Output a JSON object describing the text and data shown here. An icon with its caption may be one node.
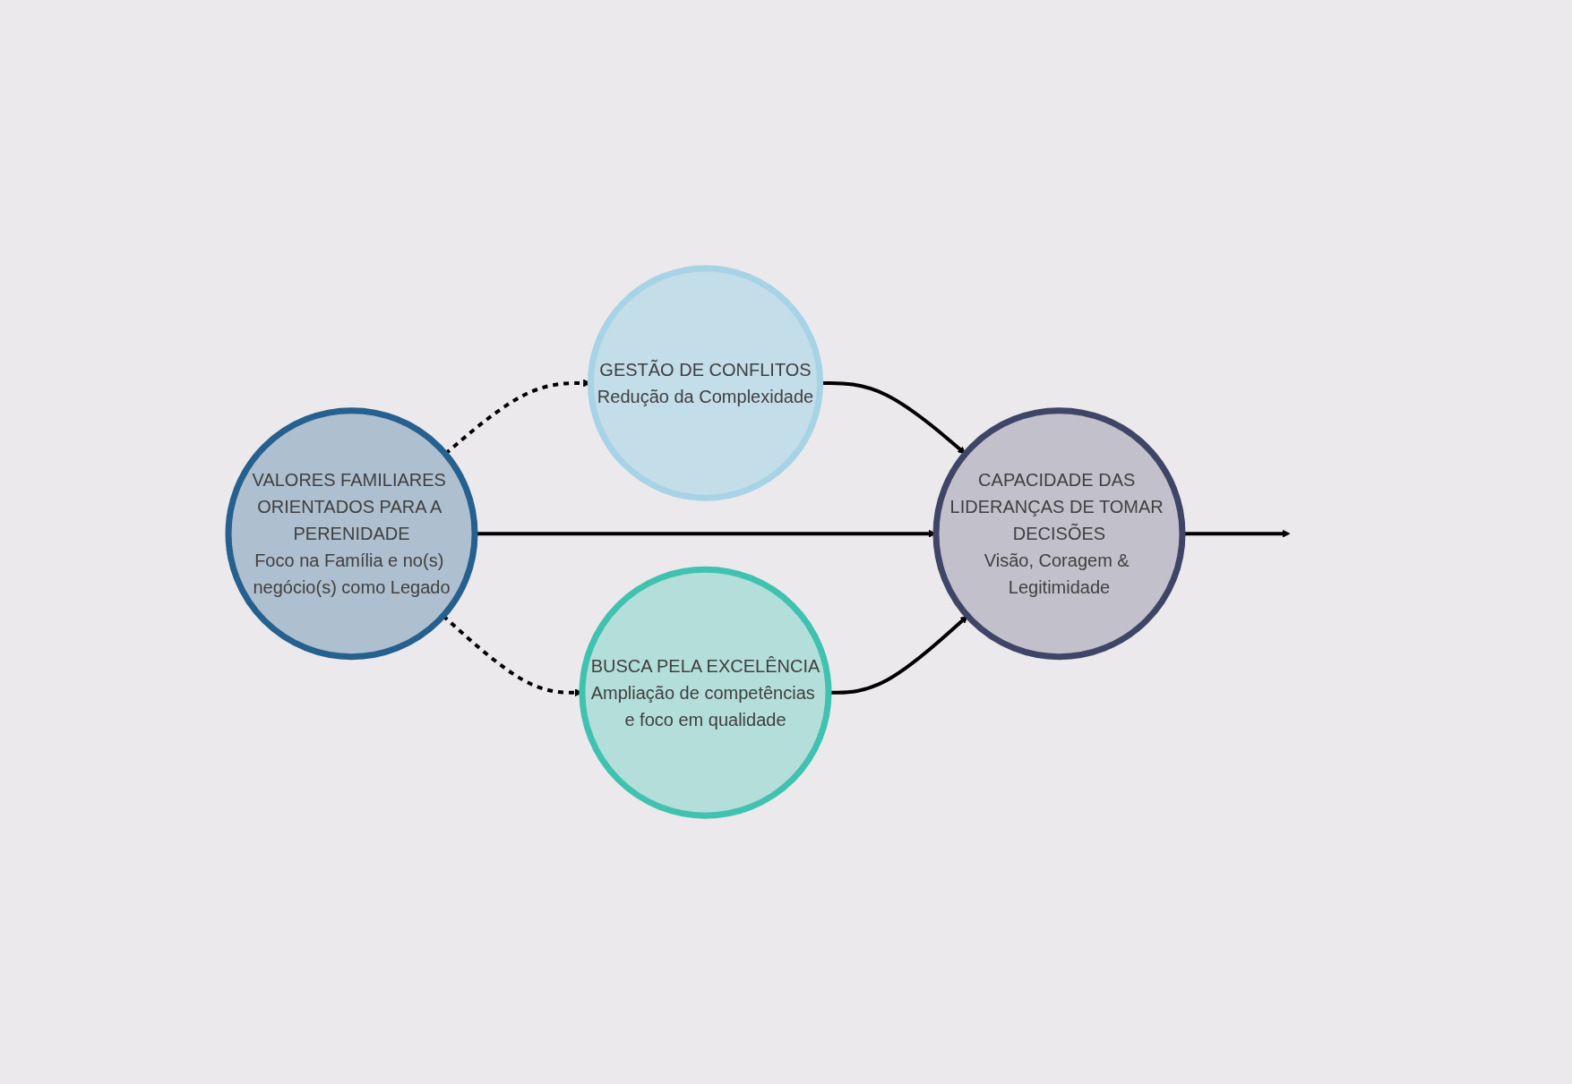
{
  "diagram": {
    "nodes": [
      {
        "text": [
          "VALORES FAMILIARES ORIENTADOS PARA A PERENIDADE",
          "Foco na Família e no(s) negócio(s) como Legado"
        ]
      },
      {
        "text": [
          "GESTÃO DE CONFLITOS",
          "Redução da Complexidade"
        ]
      },
      {
        "text": [
          "CAPACIDADE DAS LIDERANÇAS DE TOMAR DECISÕES",
          "Visão, Coragem & Legitimidade"
        ]
      },
      {
        "text": [
          "BUSCA PELA EXCELÊNCIA",
          "Ampliação de competências e foco em qualidade"
        ]
      }
    ],
    "edges": [
      {
        "from": 0,
        "to": 1,
        "arrow": "to",
        "style": "dashed"
      },
      {
        "from": 0,
        "to": 3,
        "arrow": "to",
        "style": "dashed"
      },
      {
        "from": 1,
        "to": 2,
        "arrow": "to"
      },
      {
        "from": 0,
        "to": 2,
        "arrow": "to"
      },
      {
        "from": 3,
        "to": 2,
        "arrow": "to"
      },
      {
        "from": 2,
        "to": null,
        "arrow": "to"
      }
    ]
  }
}
